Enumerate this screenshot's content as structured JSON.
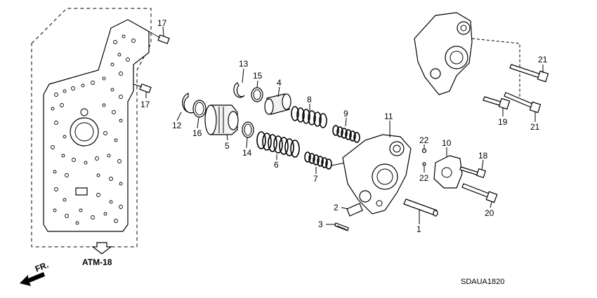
{
  "callouts": [
    {
      "id": "17a",
      "text": "17"
    },
    {
      "id": "17b",
      "text": "17"
    },
    {
      "id": "13",
      "text": "13"
    },
    {
      "id": "15",
      "text": "15"
    },
    {
      "id": "4",
      "text": "4"
    },
    {
      "id": "8",
      "text": "8"
    },
    {
      "id": "9",
      "text": "9"
    },
    {
      "id": "11",
      "text": "11"
    },
    {
      "id": "12",
      "text": "12"
    },
    {
      "id": "16",
      "text": "16"
    },
    {
      "id": "5",
      "text": "5"
    },
    {
      "id": "14",
      "text": "14"
    },
    {
      "id": "6",
      "text": "6"
    },
    {
      "id": "7",
      "text": "7"
    },
    {
      "id": "22a",
      "text": "22"
    },
    {
      "id": "22b",
      "text": "22"
    },
    {
      "id": "10",
      "text": "10"
    },
    {
      "id": "18",
      "text": "18"
    },
    {
      "id": "2",
      "text": "2"
    },
    {
      "id": "3",
      "text": "3"
    },
    {
      "id": "1",
      "text": "1"
    },
    {
      "id": "20",
      "text": "20"
    },
    {
      "id": "21a",
      "text": "21"
    },
    {
      "id": "19",
      "text": "19"
    },
    {
      "id": "21b",
      "text": "21"
    }
  ],
  "reference_label": "ATM-18",
  "direction_label": "FR.",
  "diagram_code": "SDAUA1820"
}
